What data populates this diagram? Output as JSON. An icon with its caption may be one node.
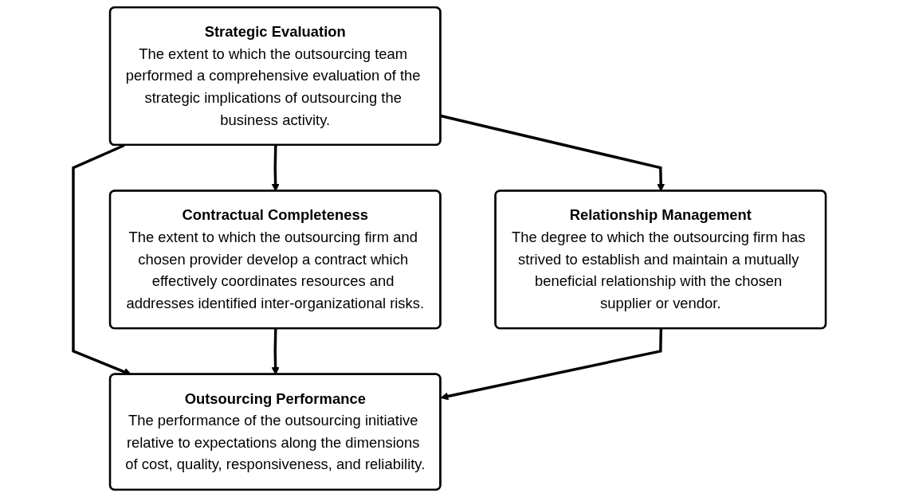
{
  "diagram": {
    "nodes": [
      {
        "text": [
          "Strategic Evaluation",
          "The extent to which the outsourcing team performed a comprehensive evaluation of the strategic implications of outsourcing the business activity."
        ]
      },
      {
        "text": [
          "Contractual Completeness",
          "The extent to which the outsourcing firm and chosen provider develop a contract which effectively coordinates resources and addresses identified inter-organizational risks."
        ]
      },
      {
        "text": [
          "Relationship Management",
          "The degree to which the outsourcing firm has strived to establish and maintain a mutually beneficial relationship with the chosen supplier or vendor."
        ]
      },
      {
        "text": [
          "Outsourcing Performance",
          "The performance of the outsourcing initiative relative to expectations along the dimensions of cost, quality, responsiveness, and reliability."
        ]
      }
    ],
    "edges": [
      {
        "from": 0,
        "to": 1,
        "arrow": "to"
      },
      {
        "from": 0,
        "to": 2,
        "arrow": "to"
      },
      {
        "from": 0,
        "to": 3,
        "arrow": "to"
      },
      {
        "from": 1,
        "to": 3,
        "arrow": "to"
      },
      {
        "from": 2,
        "to": 3,
        "arrow": "to"
      }
    ]
  }
}
